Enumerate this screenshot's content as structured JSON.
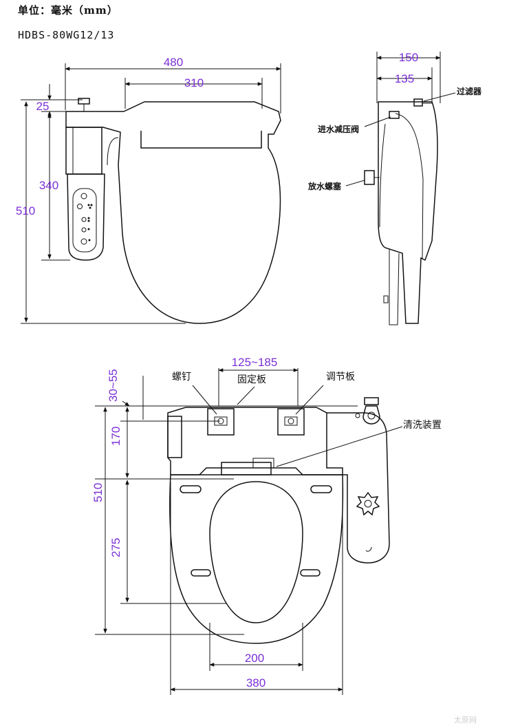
{
  "header": {
    "unit": "单位：毫米（mm）",
    "model": "HDBS-80WG12/13"
  },
  "top_view": {
    "dims": {
      "width_total": "480",
      "width_lid": "310",
      "tank_offset": "25",
      "panel_height": "340",
      "total_length": "510"
    }
  },
  "side_view": {
    "dims": {
      "depth_total": "150",
      "depth_body": "135"
    },
    "labels": {
      "filter": "过滤器",
      "valve": "进水减压阀",
      "drain_plug": "放水螺塞"
    }
  },
  "install_view": {
    "dims": {
      "plate_range": "125~185",
      "hinge_offset": "30~55",
      "rear_to_hole": "170",
      "total_length": "510",
      "hole_to_front": "275",
      "inner_width": "200",
      "outer_width": "380"
    },
    "labels": {
      "screw": "螺钉",
      "fixing_plate": "固定板",
      "adjust_plate": "调节板",
      "cleaning_device": "清洗装置"
    }
  },
  "watermark": "太原网"
}
